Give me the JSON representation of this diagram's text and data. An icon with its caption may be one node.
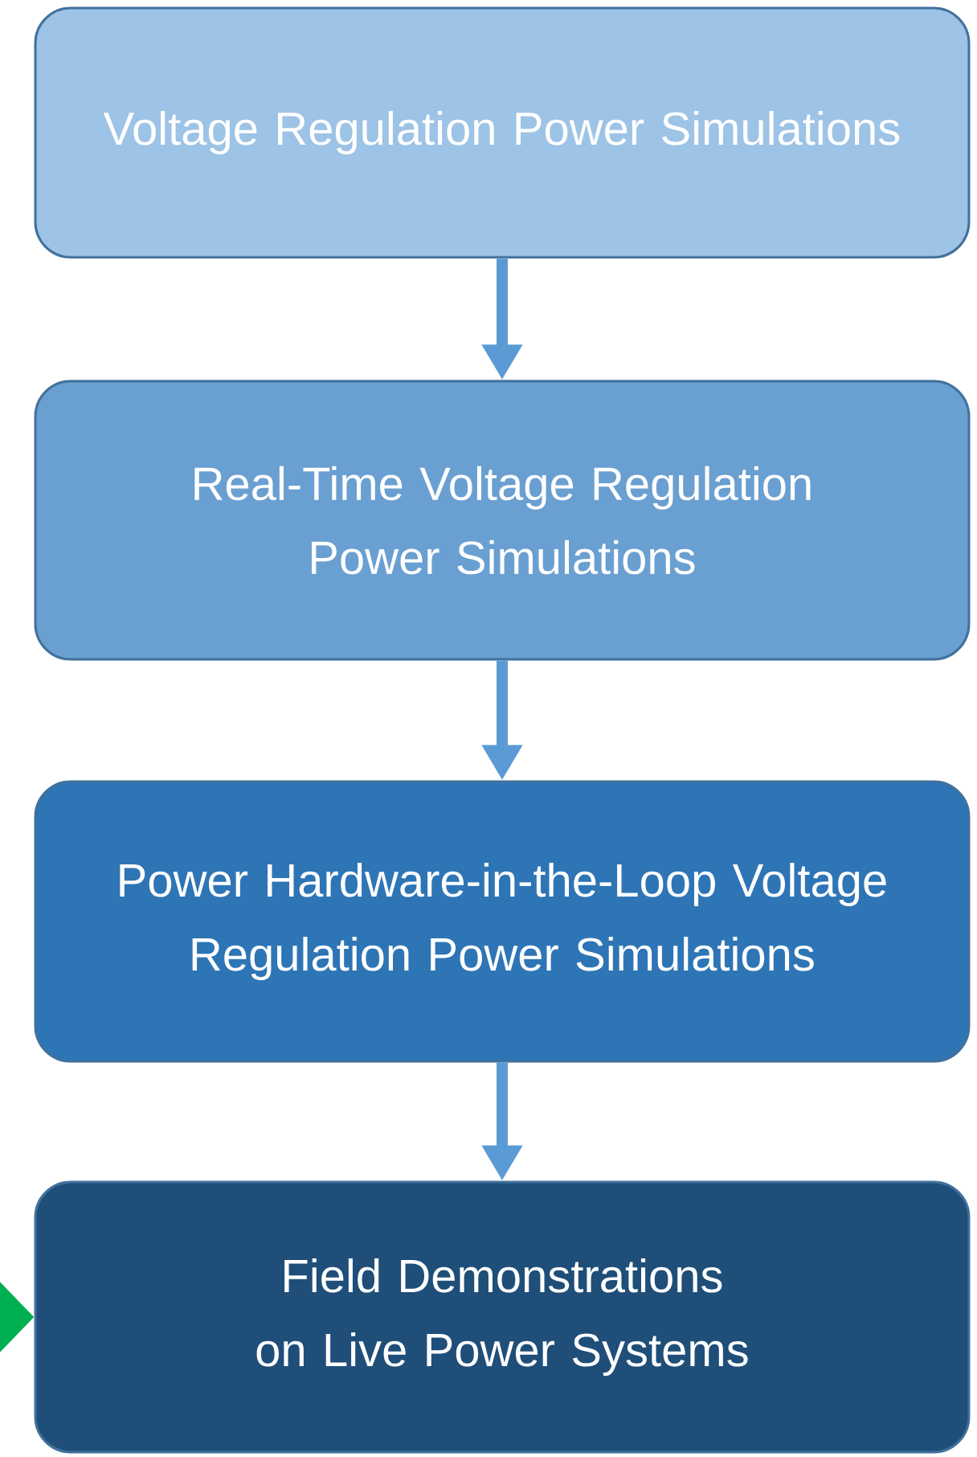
{
  "diagram": {
    "nodes": [
      {
        "text": [
          "Voltage Regulation Power Simulations"
        ]
      },
      {
        "text": [
          "Real-Time Voltage Regulation Power Simulations"
        ]
      },
      {
        "text": [
          "Power Hardware-in-the-Loop Voltage Regulation Power Simulations"
        ]
      },
      {
        "text": [
          "Field Demonstrations on Live Power Systems"
        ]
      }
    ],
    "edges": [
      {
        "from": 0,
        "to": 1,
        "arrow": "to"
      },
      {
        "from": 1,
        "to": 2,
        "arrow": "to"
      },
      {
        "from": 2,
        "to": 3,
        "arrow": "to"
      },
      {
        "from": null,
        "to": 3,
        "arrow": "to",
        "style": "thick",
        "color": "#00b050"
      }
    ]
  }
}
